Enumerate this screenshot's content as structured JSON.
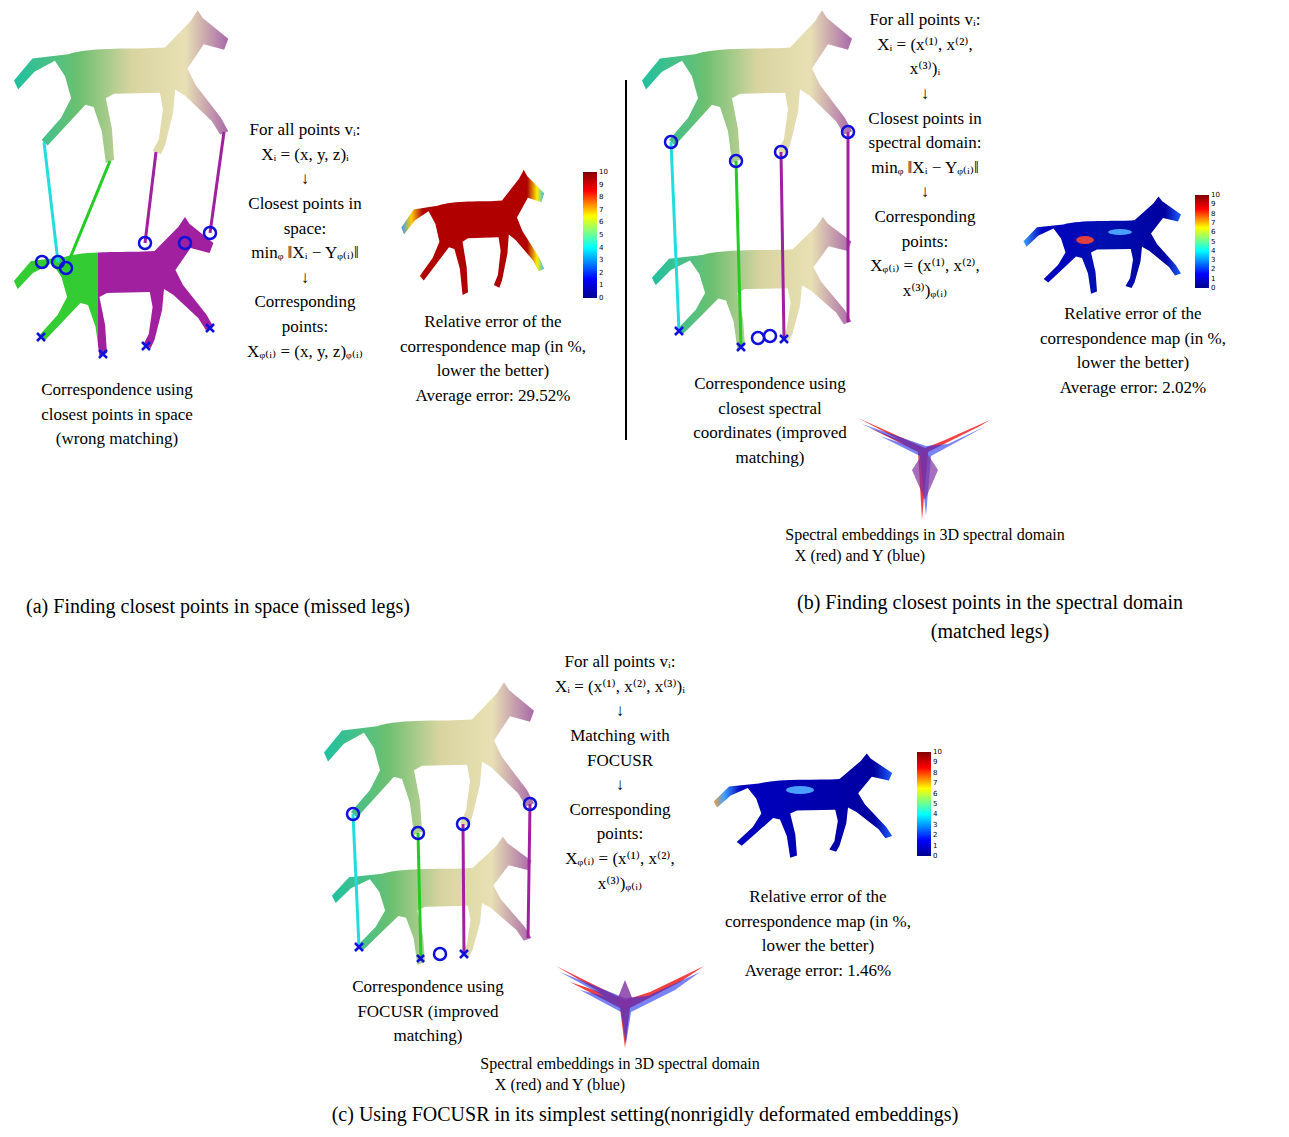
{
  "diagram": {
    "labels": [
      "Correspondence using closest points in space (wrong matching)",
      "For all points vᵢ:",
      "Xᵢ = (x, y, z)ᵢ",
      "↓",
      "Closest points in space:",
      "minᵩ ‖Xᵢ − Yᵩ₍ᵢ₎‖",
      "↓",
      "Corresponding points:",
      "Xᵩ₍ᵢ₎ = (x, y, z)ᵩ₍ᵢ₎",
      "Relative error of the correspondence map (in %, lower the better)",
      "Average error: 29.52%",
      "10",
      "9",
      "8",
      "7",
      "6",
      "5",
      "4",
      "3",
      "2",
      "1",
      "0",
      "(a) Finding closest points in space (missed legs)",
      "Correspondence using closest spectral coordinates (improved matching)",
      "For all points vᵢ:",
      "Xᵢ = (x⁽¹⁾, x⁽²⁾, x⁽³⁾)ᵢ",
      "↓",
      "Closest points in spectral domain:",
      "minᵩ ‖Xᵢ − Yᵩ₍ᵢ₎‖",
      "↓",
      "Corresponding points:",
      "Xᵩ₍ᵢ₎ = (x⁽¹⁾, x⁽²⁾, x⁽³⁾)ᵩ₍ᵢ₎",
      "Relative error of the correspondence map (in %, lower the better)",
      "Average error: 2.02%",
      "10",
      "9",
      "8",
      "7",
      "6",
      "5",
      "4",
      "3",
      "2",
      "1",
      "0",
      "Spectral embeddings in 3D spectral domain",
      "X (red) and Y (blue)",
      "(b) Finding closest points in the spectral domain (matched legs)",
      "Correspondence using FOCUSR (improved matching)",
      "For all points vᵢ:",
      "Xᵢ = (x⁽¹⁾, x⁽²⁾, x⁽³⁾)ᵢ",
      "↓",
      "Matching with FOCUSR",
      "↓",
      "Corresponding points:",
      "Xᵩ₍ᵢ₎ = (x⁽¹⁾, x⁽²⁾, x⁽³⁾)ᵩ₍ᵢ₎",
      "Relative error of the correspondence map (in %, lower the better)",
      "Average error: 1.46%",
      "10",
      "9",
      "8",
      "7",
      "6",
      "5",
      "4",
      "3",
      "2",
      "1",
      "0",
      "Spectral embeddings in 3D spectral domain",
      "X (red) and Y (blue)",
      "(c) Using FOCUSR in its simplest setting(nonrigidly deformated embeddings)"
    ]
  }
}
